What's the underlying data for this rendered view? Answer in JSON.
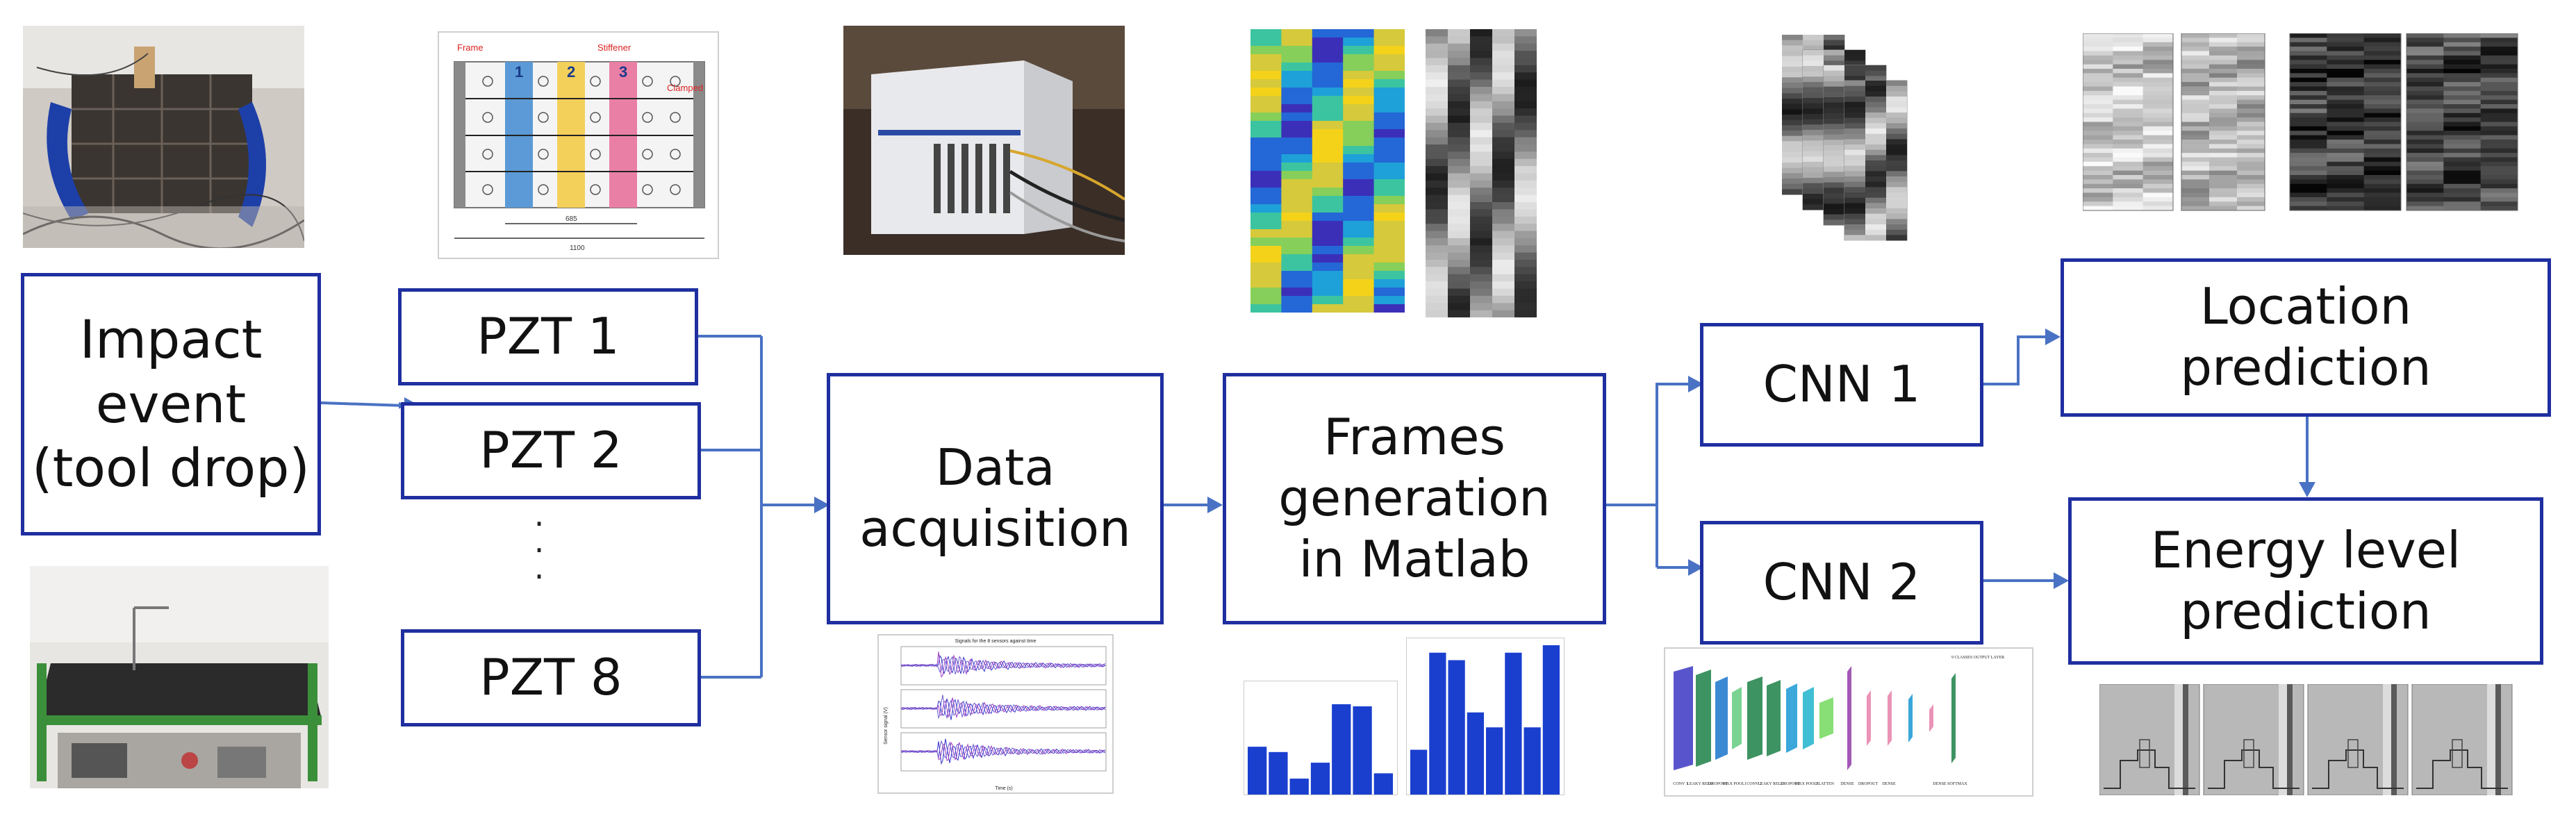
{
  "boxes": {
    "impact": "Impact\nevent\n(tool drop)",
    "pzt1": "PZT 1",
    "pzt2": "PZT 2",
    "pzt8": "PZT 8",
    "dots": ". . .",
    "daq": "Data\nacquisition",
    "frames": "Frames\ngeneration\nin Matlab",
    "cnn1": "CNN 1",
    "cnn2": "CNN 2",
    "location": "Location\nprediction",
    "energy": "Energy level\nprediction"
  },
  "panel_labels": {
    "frame": "Frame",
    "stiffener": "Stiffener",
    "clamped": "Clamped",
    "bay1": "1",
    "bay2": "2",
    "bay3": "3",
    "dim_inner": "685",
    "dim_outer": "1100"
  },
  "signal_plot": {
    "title": "Signals for the 8 sensors against time",
    "ylabel": "Sensor signal (V)",
    "xlabel": "Time (s)"
  },
  "cnn_layers": [
    "CONV 1",
    "LEAKY RELU",
    "DROPOUT",
    "MAX POOL1",
    "CONV 2",
    "LEAKY RELU",
    "DROPOUT",
    "MAX POOL1",
    "FLATTEN",
    "DENSE",
    "DROPOUT",
    "DENSE",
    "DENSE SOFTMAX"
  ],
  "cnn_output": "9 CLASSES OUTPUT LAYER",
  "colors": {
    "box_border": "#1f2fa0",
    "arrow": "#4a72c4",
    "bar": "#1a3fcf"
  },
  "histograms": [
    {
      "values": [
        0.45,
        0.4,
        0.15,
        0.3,
        0.85,
        0.83,
        0.2
      ]
    },
    {
      "values": [
        0.3,
        0.95,
        0.9,
        0.55,
        0.45,
        0.95,
        0.45,
        1.0
      ]
    }
  ]
}
